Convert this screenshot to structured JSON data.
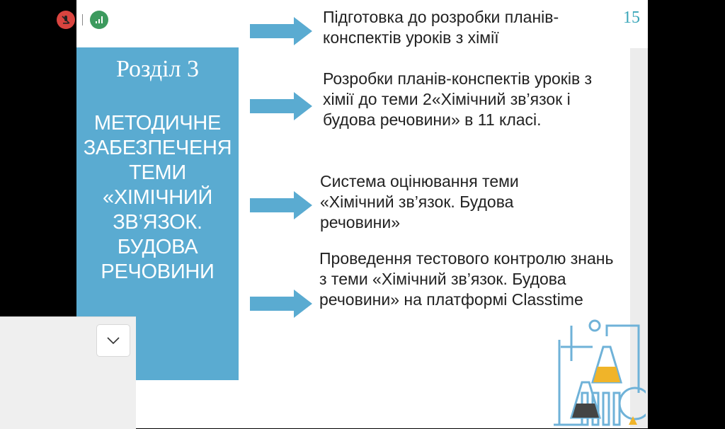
{
  "slide": {
    "page_number": "15",
    "section_title": "Розділ 3",
    "section_body": "МЕТОДИЧНЕ ЗАБЕЗПЕЧЕНЯ ТЕМИ «ХІМІЧНИЙ ЗВ’ЯЗОК. БУДОВА РЕЧОВИНИ",
    "items": [
      "Підготовка до розробки планів-конспектів уроків з хімії",
      "Розробки планів-конспектів уроків з хімії до теми 2«Хімічний зв’язок і будова речовини» в 11 класі.",
      "Система оцінювання теми «Хімічний зв’язок. Будова речовини»",
      "Проведення тестового контролю знань з теми «Хімічний зв’язок. Будова речовини» на платформі Classtime"
    ]
  },
  "toolbar": {
    "icons": [
      "muted-mic-icon",
      "signal-icon"
    ]
  },
  "colors": {
    "accent": "#5aabd1",
    "pagenum": "#3aa6b9"
  }
}
